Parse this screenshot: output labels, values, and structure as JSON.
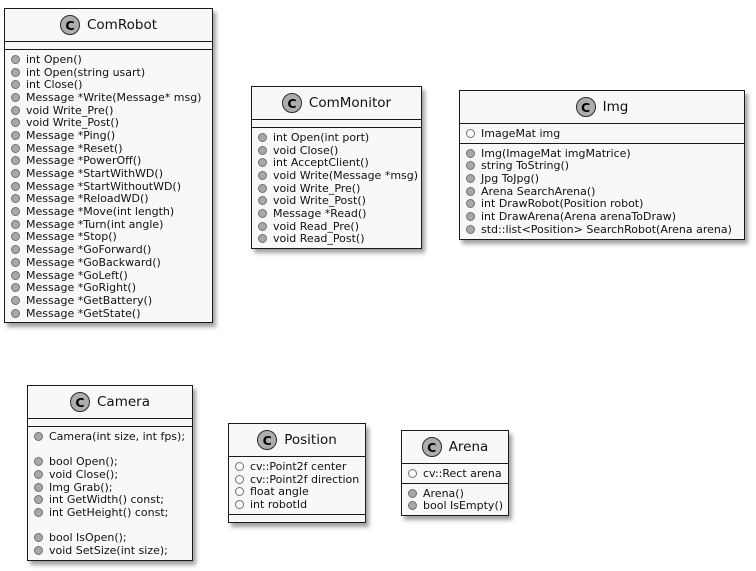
{
  "colors": {
    "box_fill": "#F8F8F8",
    "border": "#1a1a1a",
    "circle_fill": "#ADADAD",
    "shadow_color": "#6e6e6e"
  },
  "classes": [
    {
      "id": "comrobot",
      "letter": "C",
      "name": "ComRobot",
      "attributes": [],
      "methods": [
        "int Open()",
        "int Open(string usart)",
        "int Close()",
        "Message *Write(Message* msg)",
        "void Write_Pre()",
        "void Write_Post()",
        "Message *Ping()",
        "Message *Reset()",
        "Message *PowerOff()",
        "Message *StartWithWD()",
        "Message *StartWithoutWD()",
        "Message *ReloadWD()",
        "Message *Move(int length)",
        "Message *Turn(int angle)",
        "Message *Stop()",
        "Message *GoForward()",
        "Message *GoBackward()",
        "Message *GoLeft()",
        "Message *GoRight()",
        "Message *GetBattery()",
        "Message *GetState()"
      ]
    },
    {
      "id": "commonitor",
      "letter": "C",
      "name": "ComMonitor",
      "attributes": [],
      "methods": [
        "int Open(int port)",
        "void Close()",
        "int AcceptClient()",
        "void Write(Message *msg)",
        "void Write_Pre()",
        "void Write_Post()",
        "Message *Read()",
        "void Read_Pre()",
        "void Read_Post()"
      ]
    },
    {
      "id": "img",
      "letter": "C",
      "name": "Img",
      "attributes": [
        "ImageMat img"
      ],
      "methods": [
        "Img(ImageMat imgMatrice)",
        "string ToString()",
        "Jpg ToJpg()",
        "Arena SearchArena()",
        "int DrawRobot(Position robot)",
        "int DrawArena(Arena arenaToDraw)",
        "std::list<Position> SearchRobot(Arena arena)"
      ]
    },
    {
      "id": "camera",
      "letter": "C",
      "name": "Camera",
      "attributes": [],
      "methods": [
        "Camera(int size, int fps);",
        "",
        "bool Open();",
        "void Close();",
        "Img Grab();",
        "int GetWidth() const;",
        "int GetHeight() const;",
        "",
        "bool IsOpen();",
        "void SetSize(int size);"
      ]
    },
    {
      "id": "position",
      "letter": "C",
      "name": "Position",
      "attributes": [
        "cv::Point2f center",
        "cv::Point2f direction",
        "float angle",
        "int robotId"
      ],
      "methods": []
    },
    {
      "id": "arena",
      "letter": "C",
      "name": "Arena",
      "attributes": [
        "cv::Rect arena"
      ],
      "methods": [
        "Arena()",
        "bool IsEmpty()"
      ]
    }
  ]
}
